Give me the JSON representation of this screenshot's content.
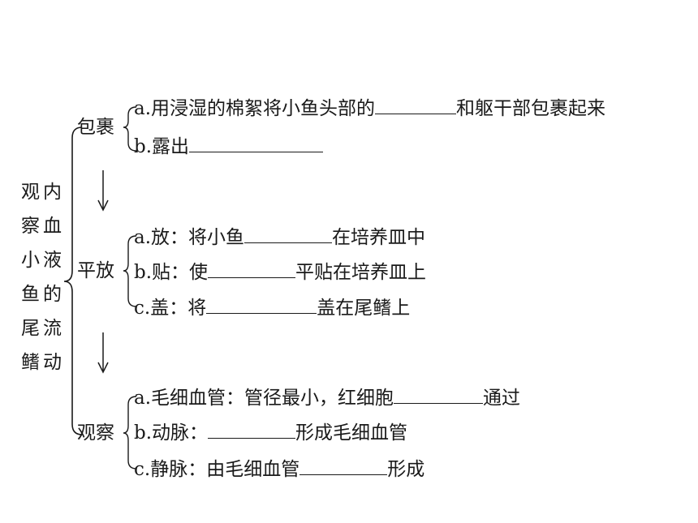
{
  "left_title": {
    "col1": [
      "观",
      "察",
      "小",
      "鱼",
      "尾",
      "鳍"
    ],
    "col2": [
      "内",
      "血",
      "液",
      "的",
      "流",
      "动"
    ]
  },
  "steps": [
    {
      "label": "包裹",
      "items": [
        {
          "before": "a.用浸湿的棉絮将小鱼头部的",
          "after": "和躯干部包裹起来"
        },
        {
          "before": "b.露出",
          "after": ""
        }
      ]
    },
    {
      "label": "平放",
      "items": [
        {
          "before": "a.放：将小鱼",
          "after": "在培养皿中"
        },
        {
          "before": "b.贴：使",
          "after": "平贴在培养皿上"
        },
        {
          "before": "c.盖：将",
          "after": "盖在尾鳍上"
        }
      ]
    },
    {
      "label": "观察",
      "items": [
        {
          "before": "a.毛细血管：管径最小，红细胞",
          "after": "通过"
        },
        {
          "before": "b.动脉：",
          "after": "形成毛细血管"
        },
        {
          "before": "c.静脉：由毛细血管",
          "after": "形成"
        }
      ]
    }
  ]
}
